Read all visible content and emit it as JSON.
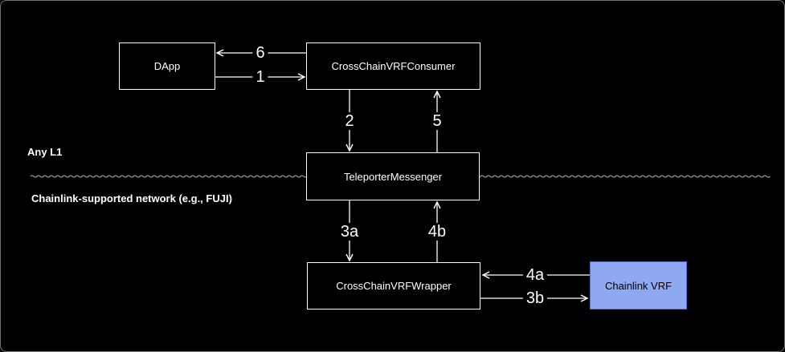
{
  "regions": {
    "top": "Any L1",
    "bottom": "Chainlink-supported network (e.g., FUJI)"
  },
  "nodes": {
    "dapp": "DApp",
    "consumer": "CrossChainVRFConsumer",
    "teleporter": "TeleporterMessenger",
    "wrapper": "CrossChainVRFWrapper",
    "chainlink": "Chainlink VRF"
  },
  "edges": {
    "e1": "1",
    "e2": "2",
    "e3a": "3a",
    "e3b": "3b",
    "e4a": "4a",
    "e4b": "4b",
    "e5": "5",
    "e6": "6"
  },
  "colors": {
    "background": "#000000",
    "node_border": "#ffffff",
    "node_text": "#ffffff",
    "chainlink_fill": "#8EA9F2",
    "chainlink_border": "#5570C9",
    "chainlink_text": "#000000",
    "arrow": "#ffffff",
    "divider": "#999999"
  }
}
